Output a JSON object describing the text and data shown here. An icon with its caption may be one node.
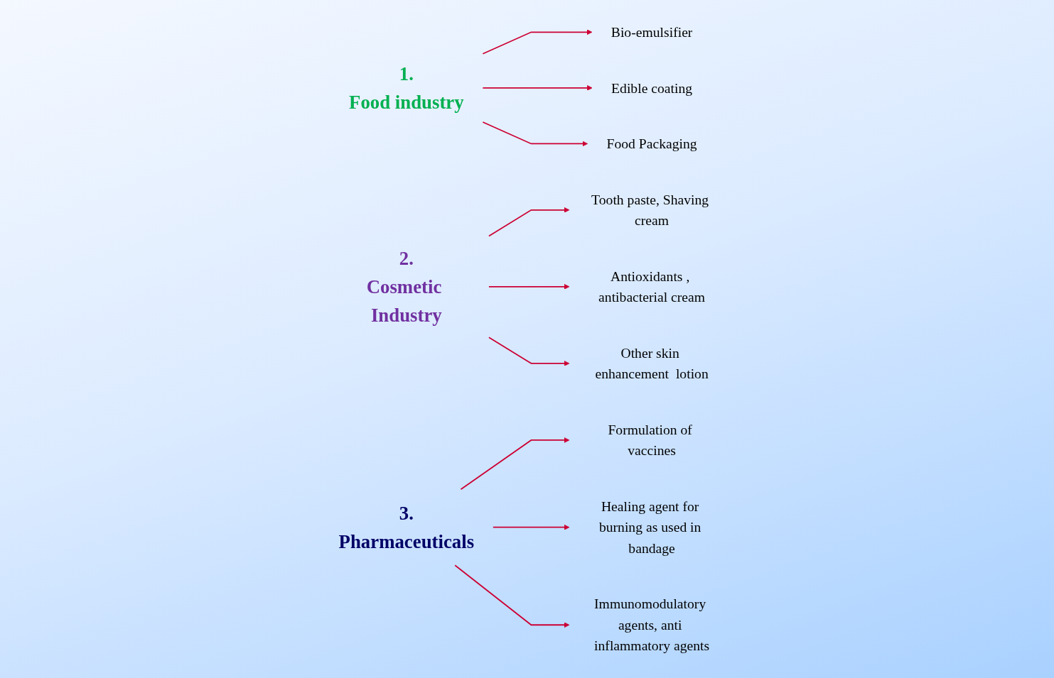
{
  "diagram": {
    "nodes": [
      {
        "text": [
          "1.",
          "Food industry"
        ]
      },
      {
        "text": [
          "Bio-emulsifier"
        ]
      },
      {
        "text": [
          "Edible coating"
        ]
      },
      {
        "text": [
          "Food Packaging"
        ]
      },
      {
        "text": [
          "2.",
          "Cosmetic Industry"
        ]
      },
      {
        "text": [
          "Tooth paste, Shaving cream"
        ]
      },
      {
        "text": [
          "Antioxidants , antibacterial cream"
        ]
      },
      {
        "text": [
          "Other skin enhancement  lotion"
        ]
      },
      {
        "text": [
          "3.",
          "Pharmaceuticals"
        ]
      },
      {
        "text": [
          "Formulation of vaccines"
        ]
      },
      {
        "text": [
          "Healing agent for burning as used in bandage"
        ]
      },
      {
        "text": [
          "Immunomodulatory agents, anti inflammatory agents"
        ]
      }
    ],
    "edges": [
      {
        "from": 0,
        "to": 1,
        "arrow": "to"
      },
      {
        "from": 0,
        "to": 2,
        "arrow": "to"
      },
      {
        "from": 0,
        "to": 3,
        "arrow": "to"
      },
      {
        "from": 4,
        "to": 5,
        "arrow": "to"
      },
      {
        "from": 4,
        "to": 6,
        "arrow": "to"
      },
      {
        "from": 4,
        "to": 7,
        "arrow": "to"
      },
      {
        "from": 8,
        "to": 9,
        "arrow": "to"
      },
      {
        "from": 8,
        "to": 10,
        "arrow": "to"
      },
      {
        "from": 8,
        "to": 11,
        "arrow": "to"
      }
    ]
  }
}
